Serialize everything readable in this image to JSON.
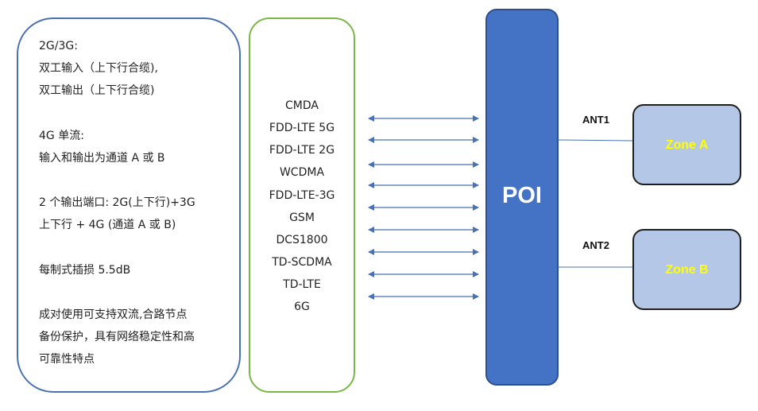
{
  "description": {
    "lines": [
      "2G/3G:",
      "双工输入（上下行合缆),",
      "双工输出（上下行合缆)",
      "4G 单流:",
      "输入和输出为通道 A 或 B",
      "2  个输出端口:  2G(上下行)+3G",
      "上下行  + 4G (通道 A 或 B)",
      "每制式插损 5.5dB",
      "成对使用可支持双流,合路节点",
      "备份保护，具有网络稳定性和高",
      "可靠性特点"
    ]
  },
  "bands": [
    "CMDA",
    "FDD-LTE 5G",
    "FDD-LTE 2G",
    "WCDMA",
    "FDD-LTE-3G",
    "GSM",
    "DCS1800",
    "TD-SCDMA",
    "TD-LTE",
    "6G"
  ],
  "poi": {
    "label": "POI"
  },
  "antennas": [
    {
      "label": "ANT1",
      "zone": "Zone A"
    },
    {
      "label": "ANT2",
      "zone": "Zone B"
    }
  ],
  "colors": {
    "left_border": "#4a72b0",
    "band_border": "#7ab648",
    "poi_fill": "#4472c4",
    "zone_fill": "#b4c7e7",
    "zone_text": "#ffff00",
    "arrow": "#4a72b0"
  }
}
